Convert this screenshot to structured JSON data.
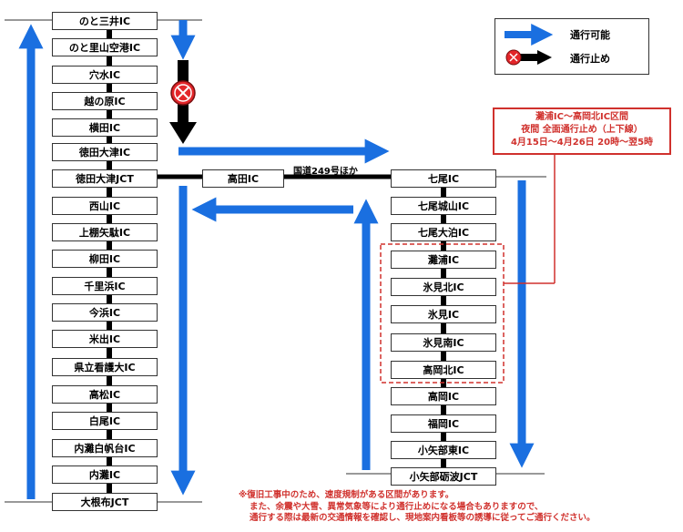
{
  "left_route": {
    "stations": [
      "のと三井IC",
      "のと里山空港IC",
      "穴水IC",
      "越の原IC",
      "横田IC",
      "徳田大津IC",
      "徳田大津JCT",
      "西山IC",
      "上棚矢駄IC",
      "柳田IC",
      "千里浜IC",
      "今浜IC",
      "米出IC",
      "県立看護大IC",
      "高松IC",
      "白尾IC",
      "内灘白帆台IC",
      "内灘IC",
      "大根布JCT"
    ]
  },
  "connector": {
    "station": "高田IC",
    "road_label": "国道249号ほか"
  },
  "right_route": {
    "stations": [
      "七尾IC",
      "七尾城山IC",
      "七尾大泊IC",
      "灘浦IC",
      "氷見北IC",
      "氷見IC",
      "氷見南IC",
      "高岡北IC",
      "高岡IC",
      "福岡IC",
      "小矢部東IC",
      "小矢部砺波JCT"
    ]
  },
  "legend": {
    "passable": "通行可能",
    "closed": "通行止め"
  },
  "closure_note": {
    "line1": "灘浦IC～高岡北IC区間",
    "line2": "夜間 全面通行止め（上下線）",
    "line3": "4月15日～4月26日 20時～翌5時"
  },
  "footer_note": {
    "line1": "※復旧工事中のため、速度規制がある区間があります。",
    "line2": "また、余震や大雪、異常気象等により通行止めになる場合もありますので、",
    "line3": "通行する際は最新の交通情報を確認し、現地案内看板等の誘導に従ってご通行ください。"
  },
  "colors": {
    "blue": "#1a6fe0",
    "red": "#d0312d",
    "black": "#000000"
  }
}
